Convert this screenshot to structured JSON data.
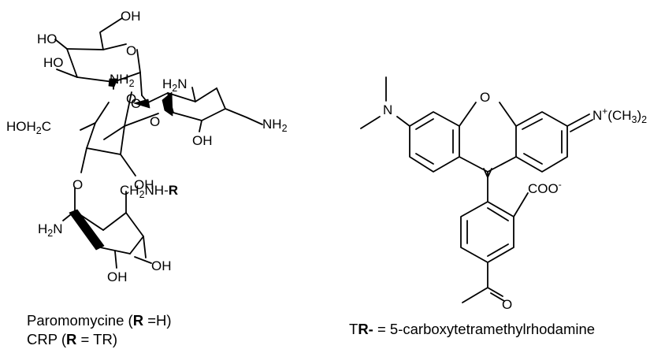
{
  "paromomycin": {
    "atoms": {
      "oh_top": "OH",
      "ho_a": "HO",
      "ho_b": "HO",
      "nh2_a_main": "NH",
      "nh2_a_sub": "2",
      "o_ringA": "O",
      "o_link1": "O",
      "h2n_b_main": "H",
      "h2n_b_sub": "2",
      "h2n_b_N": "N",
      "o_link2": "O",
      "nh2_b_main": "NH",
      "nh2_b_sub": "2",
      "oh_b": "OH",
      "hoh2c_main": "HOH",
      "hoh2c_sub": "2",
      "hoh2c_C": "C",
      "o_ringC": "O",
      "oh_c": "OH",
      "o_link3": "O",
      "ch2nh_main": "CH",
      "ch2nh_sub": "2",
      "ch2nh_tail": "NH-",
      "ch2nh_R": "R",
      "h2n_d_main": "H",
      "h2n_d_sub": "2",
      "h2n_d_N": "N",
      "oh_d1": "OH",
      "oh_d2": "OH"
    },
    "caption_line1": {
      "a": "Paromomycine (",
      "R": "R",
      "b": " =H)"
    },
    "caption_line2": {
      "a": "CRP (",
      "R": "R",
      "b": " = TR)"
    }
  },
  "rhodamine": {
    "atoms": {
      "n_left": "N",
      "o_ring": "O",
      "n_right_main": "N",
      "n_right_sup": "+",
      "n_right_a": "(CH",
      "n_right_sub": "3",
      "n_right_b": ")",
      "n_right_sub2": "2",
      "coo_main": "COO",
      "coo_sup": "-",
      "o_carbonyl": "O"
    },
    "caption": {
      "T": "T",
      "R": "R-",
      "rest": " = 5-carboxytetramethylrhodamine"
    }
  }
}
